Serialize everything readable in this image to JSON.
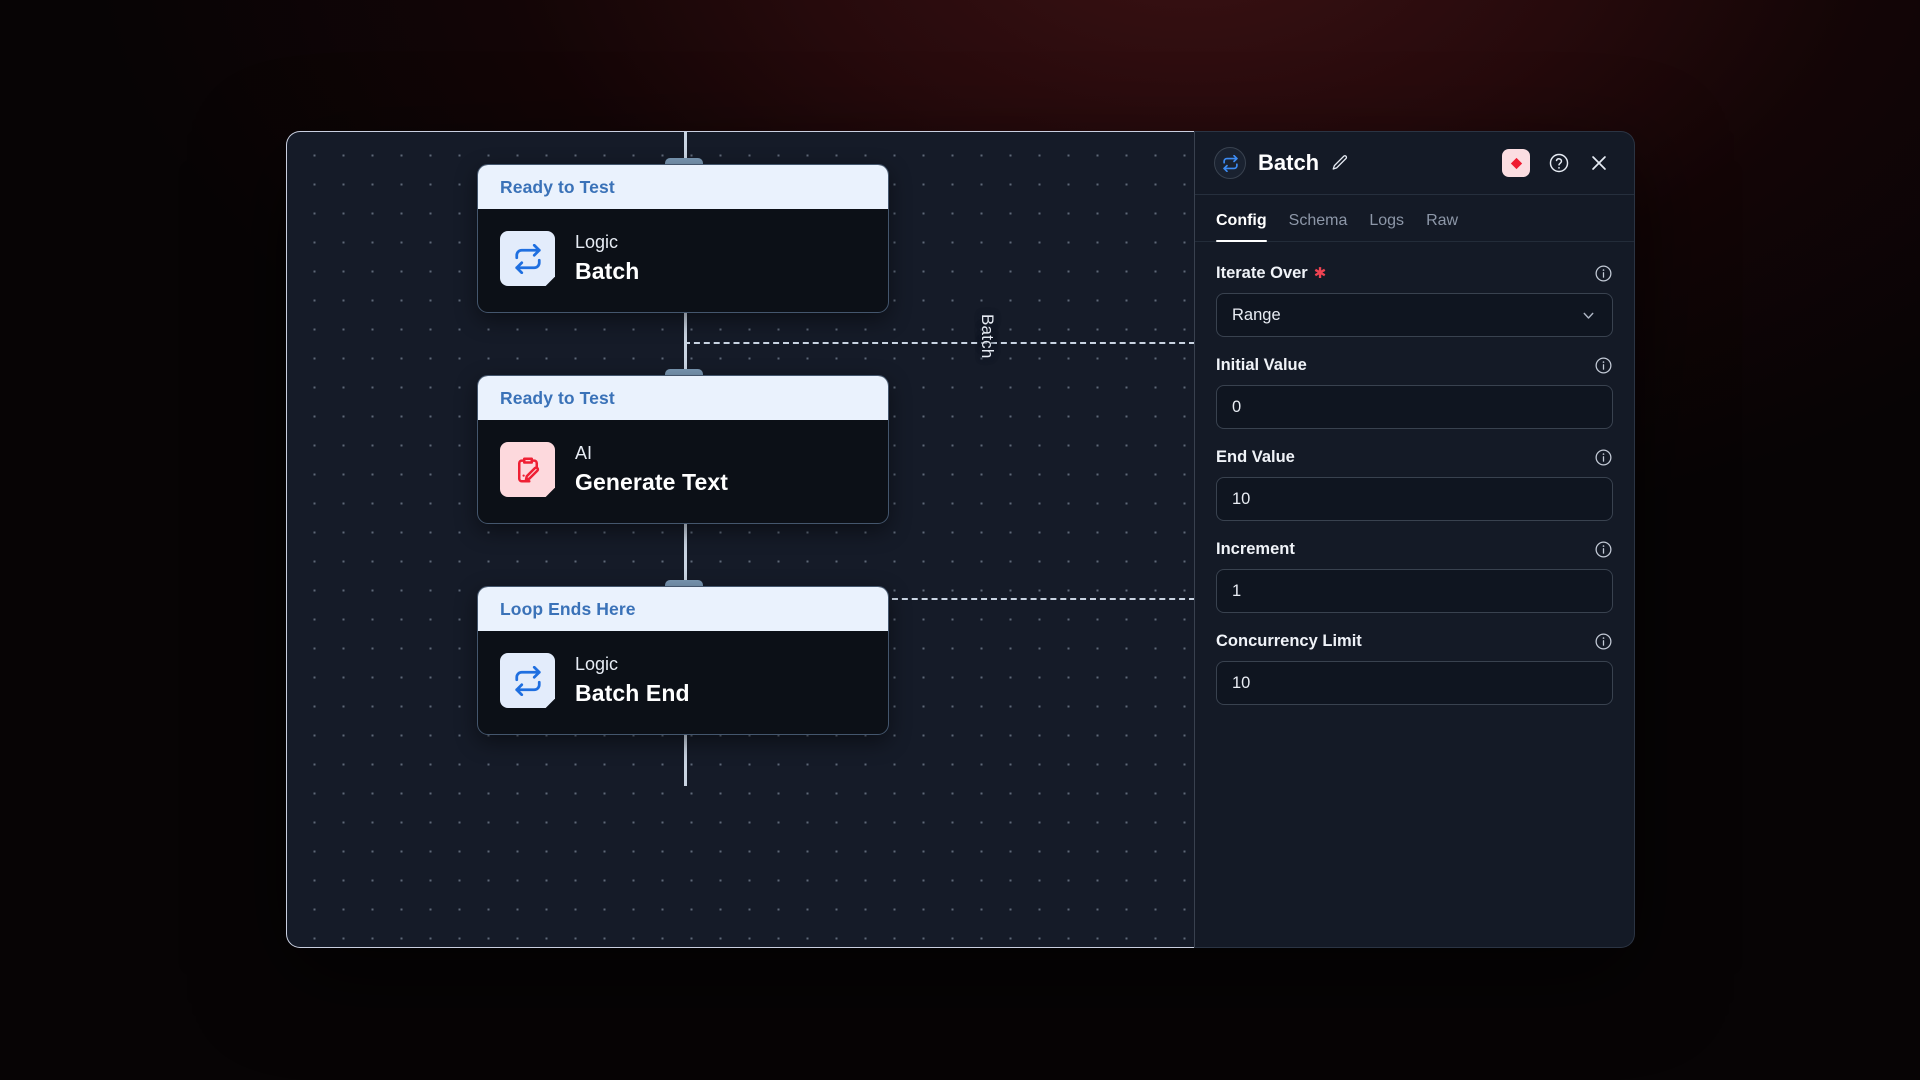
{
  "canvas": {
    "name": "workflow-canvas",
    "loop_label": "Batch",
    "nodes": [
      {
        "status": "Ready to Test",
        "category": "Logic",
        "title": "Batch",
        "icon": "repeat-loop-icon",
        "icon_style": "logic"
      },
      {
        "status": "Ready to Test",
        "category": "AI",
        "title": "Generate Text",
        "icon": "clipboard-pencil-icon",
        "icon_style": "ai"
      },
      {
        "status": "Loop Ends Here",
        "category": "Logic",
        "title": "Batch End",
        "icon": "repeat-loop-icon",
        "icon_style": "logic"
      }
    ]
  },
  "panel": {
    "title": "Batch",
    "header_icon": "repeat-loop-icon",
    "edit_icon": "pencil-icon",
    "badge_icon": "red-diamond-icon",
    "help_icon": "help-circle-icon",
    "close_icon": "close-icon",
    "tabs": [
      {
        "label": "Config",
        "active": true
      },
      {
        "label": "Schema",
        "active": false
      },
      {
        "label": "Logs",
        "active": false
      },
      {
        "label": "Raw",
        "active": false
      }
    ],
    "fields": [
      {
        "label": "Iterate Over",
        "required": true,
        "type": "select",
        "value": "Range",
        "info_icon": "info-icon",
        "chevron_icon": "chevron-down-icon"
      },
      {
        "label": "Initial Value",
        "required": false,
        "type": "text",
        "value": "0",
        "info_icon": "info-icon"
      },
      {
        "label": "End Value",
        "required": false,
        "type": "text",
        "value": "10",
        "info_icon": "info-icon"
      },
      {
        "label": "Increment",
        "required": false,
        "type": "text",
        "value": "1",
        "info_icon": "info-icon"
      },
      {
        "label": "Concurrency Limit",
        "required": false,
        "type": "text",
        "value": "10",
        "info_icon": "info-icon"
      }
    ]
  },
  "colors": {
    "accent_blue": "#3a72b8",
    "status_band": "#eaf2fd",
    "required_red": "#ef4352",
    "canvas_bg": "#151b28",
    "panel_bg": "#141a26",
    "edge": "#c9d4e2",
    "handle": "#7a98b3"
  }
}
